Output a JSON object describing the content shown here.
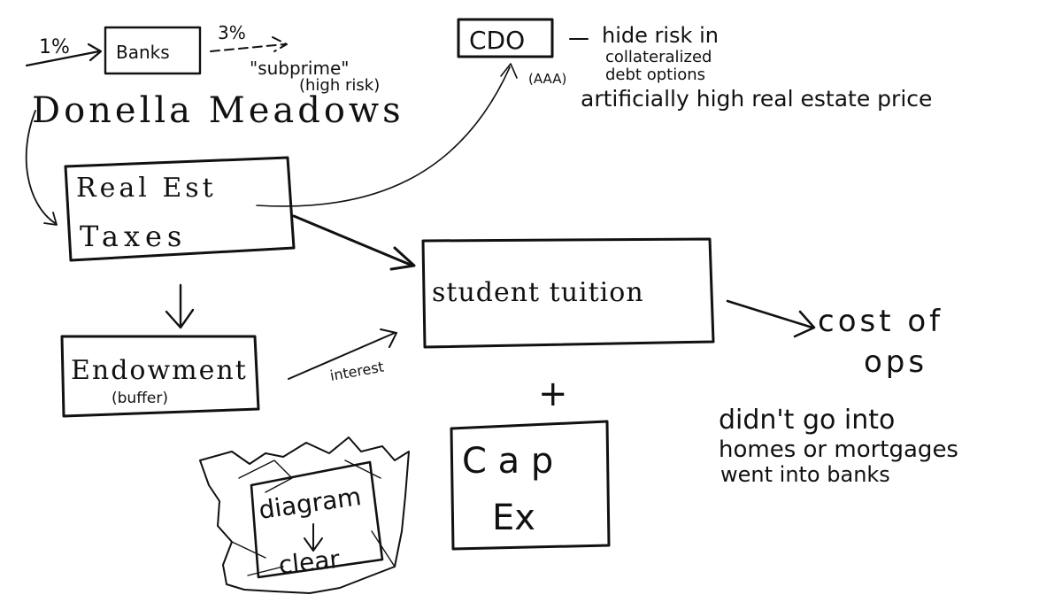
{
  "diagram": {
    "header": {
      "input_rate": "1%",
      "banks": "Banks",
      "output_rate": "3%",
      "subprime": "\"subprime\"",
      "high_risk": "(high risk)",
      "author": "Donella Meadows"
    },
    "cdo": {
      "label": "CDO",
      "rating": "(AAA)",
      "note_hide": "hide risk in",
      "note_collateral": "collateralized",
      "note_debt": "debt options",
      "note_prices": "artificially high real estate price"
    },
    "nodes": {
      "real_estate_line1": "Real Est",
      "real_estate_line2": "Taxes",
      "endowment": "Endowment",
      "endowment_sub": "(buffer)",
      "interest": "interest",
      "student_tuition": "student tuition",
      "plus": "+",
      "capex_line1": "C a p",
      "capex_line2": "Ex",
      "cost_line1": "cost of",
      "cost_line2": "ops"
    },
    "notes": {
      "line1": "didn't go into",
      "line2": "homes or mortgages",
      "line3": "went into banks"
    },
    "sticker": {
      "line1": "diagram",
      "line2": "clear"
    }
  }
}
